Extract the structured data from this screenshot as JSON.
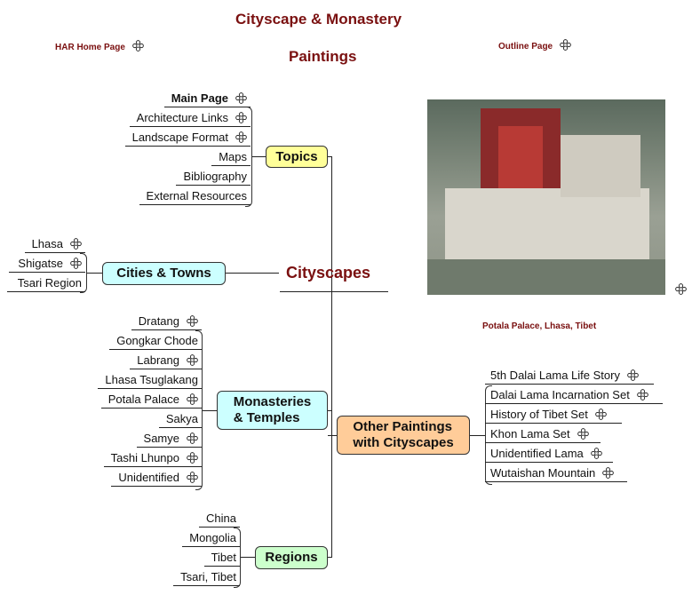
{
  "header": {
    "title_line1": "Cityscape & Monastery",
    "title_line2": "Paintings",
    "har_home": "HAR Home Page",
    "outline": "Outline Page"
  },
  "center": {
    "label": "Cityscapes"
  },
  "topics": {
    "label": "Topics",
    "items": [
      "Main Page",
      "Architecture Links",
      "Landscape Format",
      "Maps",
      "Bibliography",
      "External Resources"
    ]
  },
  "cities": {
    "label": "Cities & Towns",
    "items": [
      "Lhasa",
      "Shigatse",
      "Tsari Region"
    ]
  },
  "monasteries": {
    "label_line1": "Monasteries",
    "label_line2": "& Temples",
    "items": [
      "Dratang",
      "Gongkar Chode",
      "Labrang",
      "Lhasa Tsuglakang",
      "Potala Palace",
      "Sakya",
      "Samye",
      "Tashi Lhunpo",
      "Unidentified"
    ]
  },
  "regions": {
    "label": "Regions",
    "items": [
      "China",
      "Mongolia",
      "Tibet",
      "Tsari, Tibet"
    ]
  },
  "other": {
    "label_line1": "Other Paintings",
    "label_line2": "with Cityscapes",
    "items": [
      "5th Dalai Lama Life Story",
      "Dalai Lama Incarnation Set",
      "History of Tibet Set",
      "Khon Lama Set",
      "Unidentified Lama",
      "Wutaishan Mountain"
    ]
  },
  "image": {
    "caption": "Potala Palace, Lhasa, Tibet"
  },
  "colors": {
    "title": "#7a1010",
    "topics": "#ffff99",
    "cities": "#ccffff",
    "monasteries": "#ccffff",
    "other": "#ffcc99",
    "regions": "#ccffcc"
  }
}
